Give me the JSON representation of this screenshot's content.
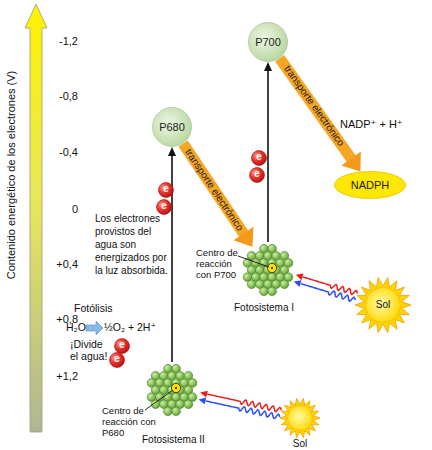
{
  "diagram": {
    "nodes": [
      {
        "text": [
          "P700"
        ]
      },
      {
        "text": [
          "NADPH"
        ]
      },
      {
        "text": [
          "P680"
        ]
      },
      {
        "text": [
          "e"
        ]
      },
      {
        "text": [
          "e"
        ]
      },
      {
        "text": [
          "e"
        ]
      },
      {
        "text": [
          "e"
        ]
      },
      {
        "text": [
          "Centro de reacción con P700",
          "Fotosistema I"
        ]
      },
      {
        "text": [
          "Sol"
        ]
      },
      {
        "text": [
          "e"
        ]
      },
      {
        "text": [
          "e"
        ]
      },
      {
        "text": [
          "Centro de reacción con P680",
          "Fotosistema II"
        ]
      },
      {
        "text": [
          "Sol"
        ]
      }
    ],
    "edges": [
      {
        "from": 11,
        "to": 2,
        "arrow": "to"
      },
      {
        "from": 2,
        "to": 7,
        "label": "transporte electrónico",
        "arrow": "to"
      },
      {
        "from": 7,
        "to": 0,
        "arrow": "to"
      },
      {
        "from": 0,
        "to": 1,
        "label": "transporte electrónico",
        "arrow": "to"
      },
      {
        "from": 8,
        "to": 7,
        "arrow": "to"
      },
      {
        "from": 12,
        "to": 11,
        "arrow": "to"
      }
    ],
    "labels": [
      "Contenido energético de los electrones (V)",
      "-1,2",
      "-0,8",
      "-0,4",
      "0",
      "+0,4",
      "+0,8",
      "+1,2",
      "Los electrones provistos del agua son energizados por la luz absorbida.",
      "NADP⁺ + H⁺",
      "Fotólisis",
      "H₂O",
      "½O₂ + 2H⁺",
      "¡Divide el agua!"
    ]
  }
}
